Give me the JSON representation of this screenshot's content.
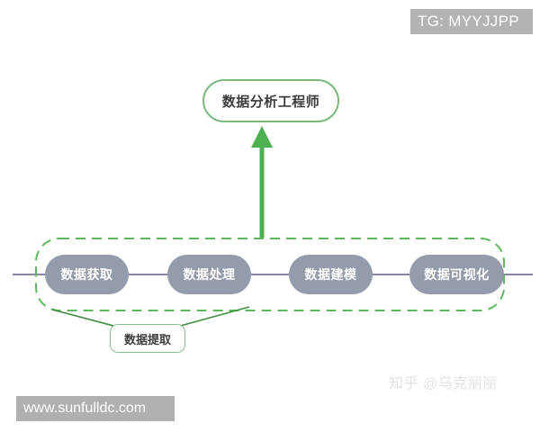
{
  "badge": {
    "text": "TG: MYYJJPP",
    "background": "#b3b3b3",
    "color": "#ffffff"
  },
  "site_banner": {
    "text": "www.sunfulldc.com",
    "background": "#b0b0b0",
    "color": "#ffffff"
  },
  "watermark": {
    "text": "知乎 @乌克丽丽",
    "color": "#e2e2e2"
  },
  "diagram": {
    "role_node": {
      "label": "数据分析工程师",
      "border_color": "#7cb97c",
      "fill": "#ffffff",
      "text_color": "#3d3d3d"
    },
    "arrow": {
      "name": "upward-arrow",
      "color": "#4caf50"
    },
    "group_box": {
      "name": "data-extraction-group",
      "style": "dashed",
      "border_color": "#5cb85c"
    },
    "pipeline": {
      "connector_color": "#8b85a5",
      "pill_fill": "#949cab",
      "pill_text_color": "#ffffff",
      "steps": [
        {
          "label": "数据获取"
        },
        {
          "label": "数据处理"
        },
        {
          "label": "数据建模"
        },
        {
          "label": "数据可视化"
        }
      ]
    },
    "brace": {
      "name": "v-brace",
      "color": "#3f8f3f"
    },
    "extract_label": {
      "label": "数据提取",
      "border_color": "#8cbc8c",
      "text_color": "#3d3d3d"
    }
  }
}
